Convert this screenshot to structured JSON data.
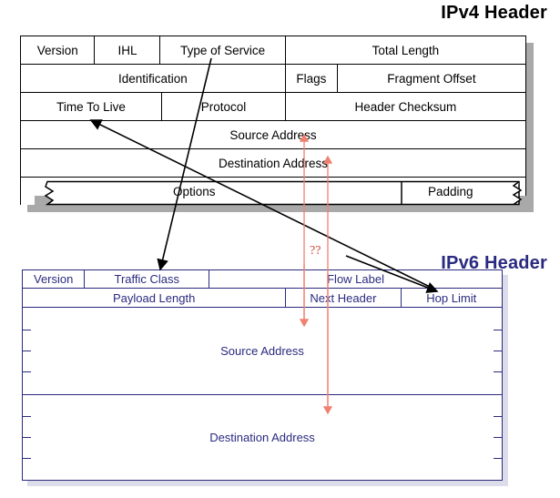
{
  "page": {
    "background": "#ffffff",
    "ipv4_color": "#000000",
    "ipv6_color": "#2a2a80",
    "arrow_red": "#f08070",
    "arrow_black": "#000000"
  },
  "ipv4": {
    "title": "IPv4 Header",
    "rows": [
      {
        "cells": [
          {
            "label": "Version",
            "width": 14.7
          },
          {
            "label": "IHL",
            "width": 13.0
          },
          {
            "label": "Type of Service",
            "width": 24.8
          },
          {
            "label": "Total Length",
            "width": 47.5
          }
        ]
      },
      {
        "cells": [
          {
            "label": "Identification",
            "width": 52.5
          },
          {
            "label": "Flags",
            "width": 10.3
          },
          {
            "label": "Fragment Offset",
            "width": 37.2
          }
        ]
      },
      {
        "cells": [
          {
            "label": "Time To Live",
            "width": 28.0
          },
          {
            "label": "Protocol",
            "width": 24.5
          },
          {
            "label": "Header Checksum",
            "width": 47.5
          }
        ]
      },
      {
        "cells": [
          {
            "label": "Source Address",
            "width": 100
          }
        ]
      },
      {
        "cells": [
          {
            "label": "Destination Address",
            "width": 100
          }
        ]
      }
    ],
    "torn_row": {
      "options_label": "Options",
      "padding_label": "Padding"
    }
  },
  "ipv6": {
    "title": "IPv6 Header",
    "rows": [
      {
        "cells": [
          {
            "label": "Version",
            "width": 13.0
          },
          {
            "label": "Traffic Class",
            "width": 26.0
          },
          {
            "label": "Flow Label",
            "width": 61.0
          }
        ]
      },
      {
        "cells": [
          {
            "label": "Payload Length",
            "width": 55.0
          },
          {
            "label": "Next Header",
            "width": 24.0
          },
          {
            "label": "Hop Limit",
            "width": 21.0
          }
        ]
      }
    ],
    "source_address": "Source Address",
    "destination_address": "Destination Address"
  },
  "annotations": {
    "question_marks": "??"
  }
}
